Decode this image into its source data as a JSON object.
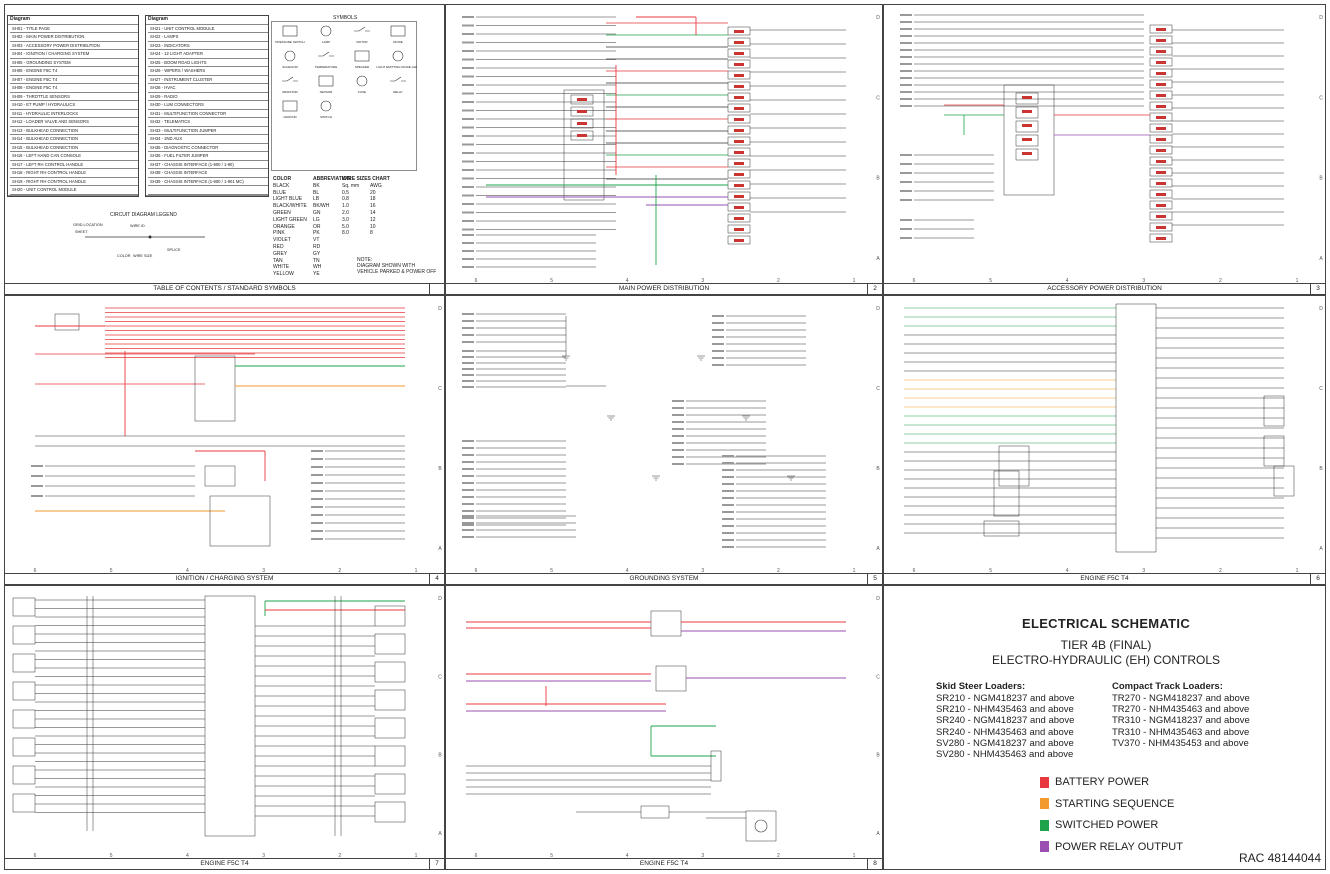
{
  "panels": [
    {
      "id": 1,
      "caption": "TABLE OF CONTENTS / STANDARD SYMBOLS",
      "number": ""
    },
    {
      "id": 2,
      "caption": "MAIN POWER DISTRIBUTION",
      "number": "2"
    },
    {
      "id": 3,
      "caption": "ACCESSORY POWER DISTRIBUTION",
      "number": "3"
    },
    {
      "id": 4,
      "caption": "IGNITION / CHARGING SYSTEM",
      "number": "4"
    },
    {
      "id": 5,
      "caption": "GROUNDING SYSTEM",
      "number": "5"
    },
    {
      "id": 6,
      "caption": "ENGINE F5C T4",
      "number": "6"
    },
    {
      "id": 7,
      "caption": "ENGINE F5C T4",
      "number": "7"
    },
    {
      "id": 8,
      "caption": "ENGINE F5C T4",
      "number": "8"
    }
  ],
  "toc": {
    "left_header": "Diagram",
    "right_header": "Diagram",
    "left_items": [
      "SH01 - TITLE PAGE",
      "SH02 - MAIN POWER DISTRIBUTION",
      "SH03 - ACCESSORY POWER DISTRIBUTION",
      "SH04 - IGNITION / CHARGING SYSTEM",
      "SH05 - GROUNDING SYSTEM",
      "SH06 - ENGINE F5C T4",
      "SH07 - ENGINE F5C T4",
      "SH08 - ENGINE F5C T4",
      "SH09 - THROTTLE SENSORS",
      "SH10 - ET PUMP / HYDRAULICS",
      "SH11 - HYDRAULIC INTERLOCKS",
      "SH12 - LOADER VALVE AND SENSORS",
      "SH13 - BULKHEAD CONNECTION",
      "SH14 - BULKHEAD CONNECTION",
      "SH15 - BULKHEAD CONNECTION",
      "SH16 - LEFT HAND CAN CONSOLE",
      "SH17 - LEFT RH CONTROL HANDLE",
      "SH18 - RIGHT RH CONTROL HANDLE",
      "SH19 - RIGHT RH CONTROL HANDLE",
      "SH20 - UNIT CONTROL MODULE"
    ],
    "right_items": [
      "SH21 - UNIT CONTROL MODULE",
      "SH22 - LAMPS",
      "SH23 - INDICATORS",
      "SH24 - 12 LIGHT ADAPTER",
      "SH25 - BOOM ROAD LIGHTS",
      "SH26 - WIPERS / WASHERS",
      "SH27 - INSTRUMENT CLUSTER",
      "SH28 - HVAC",
      "SH29 - RADIO",
      "SH30 - LUM CONNECTORS",
      "SH31 - MULTIFUNCTION CONNECTOR",
      "SH32 - TELEMATICS",
      "SH33 - MULTIFUNCTION JUMPER",
      "SH34 - 2ND AUX",
      "SH35 - DIAGNOSTIC CONNECTOR",
      "SH36 - FUEL FILTER JUMPER",
      "SH37 - CHASSIS INTERFACE (1-900 / 1-90)",
      "SH38 - CHASSIS INTERFACE",
      "SH39 - CHASSIS INTERFACE (1-900 / 1-901 MC)",
      ""
    ]
  },
  "circuit_legend": {
    "title": "CIRCUIT DIAGRAM LEGEND",
    "grid_location": "GRID LOCATION",
    "sheet": "SHEET",
    "wire_id": "WIRE ID",
    "color": "COLOR",
    "wire_size": "WIRE SIZE",
    "splice": "SPLICE"
  },
  "symbols": {
    "title": "SYMBOLS",
    "labels": [
      "PRESSURE SWITCH",
      "LAMP",
      "MOTOR",
      "DIODE",
      "SOLENOID",
      "TEMPERATURE",
      "SPEAKER",
      "LIGHT EMITTING DIODE (LED)",
      "RESISTOR",
      "SENSOR",
      "FUSE",
      "RELAY",
      "GROUND",
      "SWITCH"
    ]
  },
  "color_table": {
    "h_color": "COLOR",
    "h_abbrev": "ABBREVIATION",
    "rows": [
      [
        "BLACK",
        "BK"
      ],
      [
        "BLUE",
        "BL"
      ],
      [
        "LIGHT BLUE",
        "LB"
      ],
      [
        "BLACK/WHITE",
        "BK/WH"
      ],
      [
        "GREEN",
        "GN"
      ],
      [
        "LIGHT GREEN",
        "LG"
      ],
      [
        "ORANGE",
        "OR"
      ],
      [
        "PINK",
        "PK"
      ],
      [
        "VIOLET",
        "VT"
      ],
      [
        "RED",
        "RD"
      ],
      [
        "GREY",
        "GY"
      ],
      [
        "TAN",
        "TN"
      ],
      [
        "WHITE",
        "WH"
      ],
      [
        "YELLOW",
        "YE"
      ]
    ]
  },
  "wire_size_chart": {
    "title": "WIRE SIZES CHART",
    "h_sqmm": "Sq. mm",
    "h_awg": "AWG",
    "rows": [
      [
        "0.5",
        "20"
      ],
      [
        "0.8",
        "18"
      ],
      [
        "1.0",
        "16"
      ],
      [
        "2.0",
        "14"
      ],
      [
        "3.0",
        "12"
      ],
      [
        "5.0",
        "10"
      ],
      [
        "8.0",
        "8"
      ]
    ]
  },
  "note": {
    "title": "NOTE:",
    "line1": "DIAGRAM SHOWN WITH",
    "line2": "VEHICLE PARKED & POWER OFF"
  },
  "grid": {
    "columns": [
      "6",
      "5",
      "4",
      "3",
      "2",
      "1"
    ],
    "rows": [
      "D",
      "C",
      "B",
      "A"
    ]
  },
  "title_block": {
    "title": "ELECTRICAL SCHEMATIC",
    "line1": "TIER 4B (FINAL)",
    "line2": "ELECTRO-HYDRAULIC (EH) CONTROLS",
    "skid_header": "Skid Steer Loaders:",
    "skid_list": [
      "SR210 - NGM418237 and above",
      "SR210 - NHM435463 and above",
      "SR240 - NGM418237 and above",
      "SR240 - NHM435463 and above",
      "SV280 - NGM418237 and above",
      "SV280 - NHM435463 and above"
    ],
    "track_header": "Compact Track Loaders:",
    "track_list": [
      "TR270 - NGM418237 and above",
      "TR270 - NHM435463 and above",
      "TR310 - NGM418237 and above",
      "TR310 - NHM435463 and above",
      "TV370 - NHM435453 and above"
    ],
    "legend": [
      {
        "label": "BATTERY POWER",
        "color": "#e8383d"
      },
      {
        "label": "STARTING SEQUENCE",
        "color": "#f29a2e"
      },
      {
        "label": "SWITCHED POWER",
        "color": "#1ea34a"
      },
      {
        "label": "POWER RELAY OUTPUT",
        "color": "#9b4fb0"
      }
    ],
    "doc_number": "RAC 48144044"
  },
  "colors": {
    "battery": "#e8383d",
    "starting": "#f29a2e",
    "switched": "#1ea34a",
    "relay": "#9b4fb0",
    "line": "#333333"
  }
}
